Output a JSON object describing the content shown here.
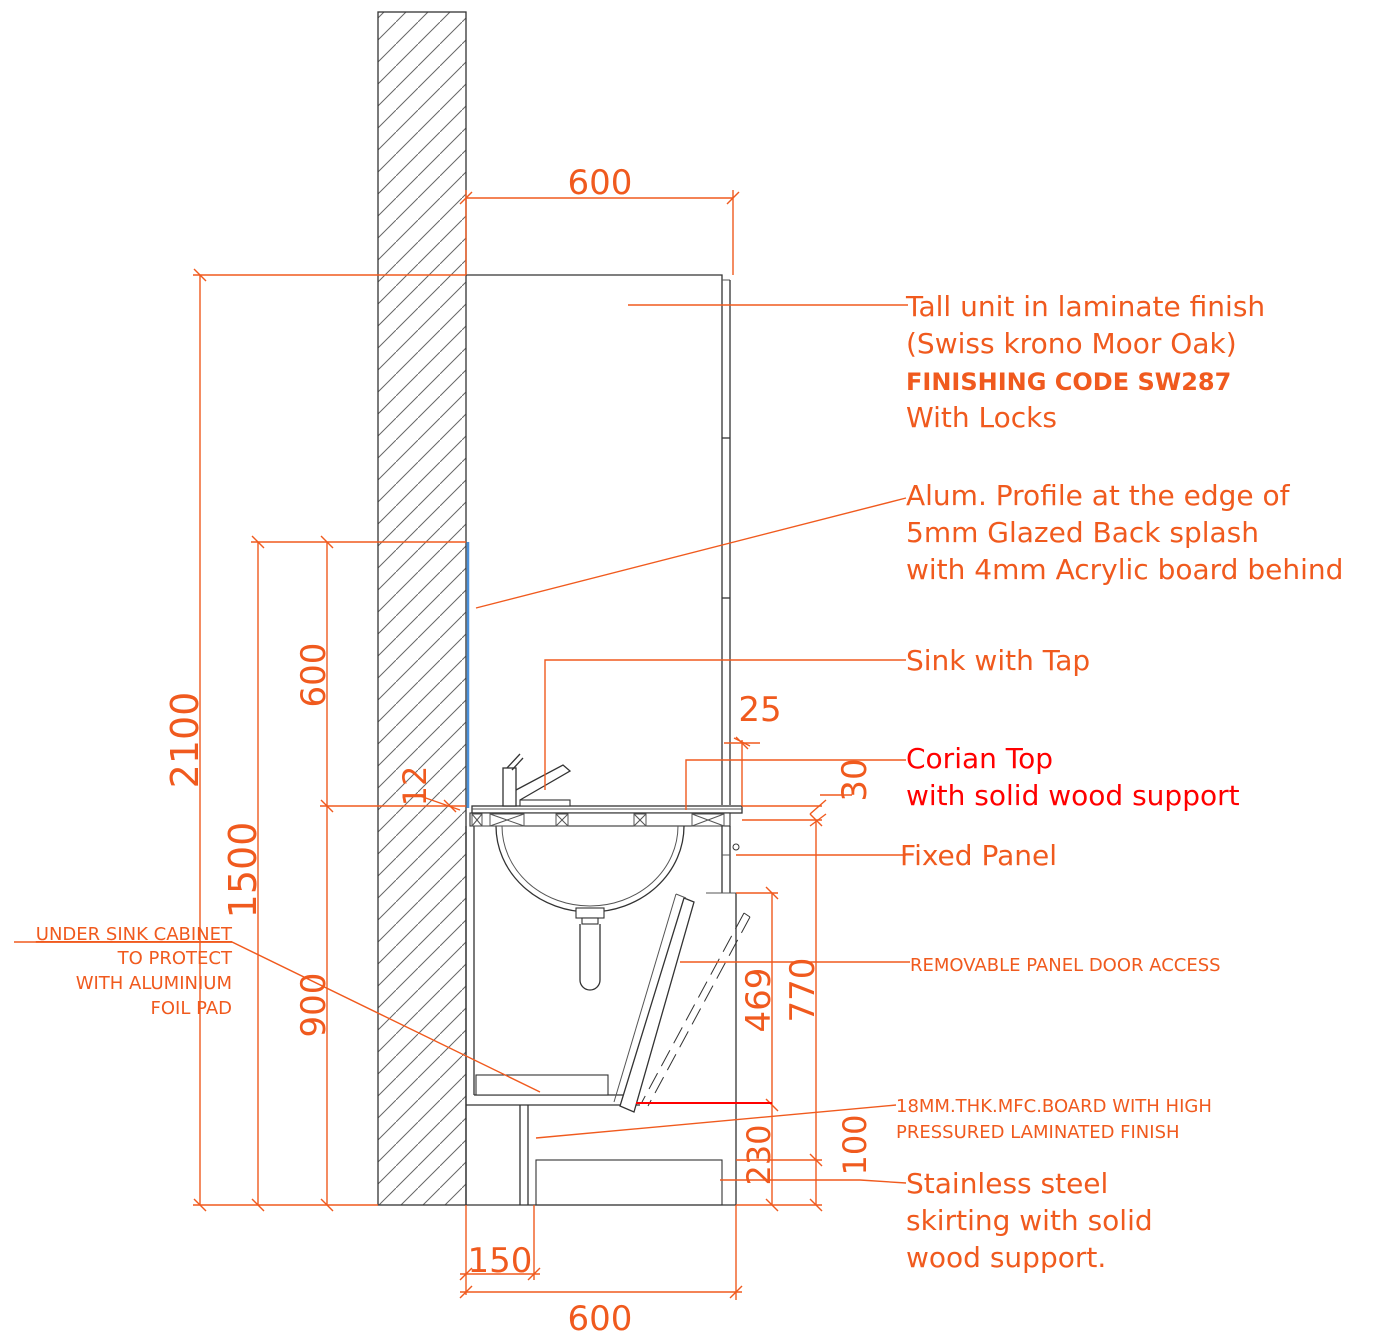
{
  "colors": {
    "annotation": "#f05a1e",
    "highlight_red": "#ff0000",
    "linework": "#333333",
    "glass": "#4a90d9"
  },
  "dimensions": {
    "top_width": "600",
    "overall_height": "2100",
    "counter_height": "1500",
    "splash_height": "600",
    "gap": "12",
    "base_height": "900",
    "overhang": "25",
    "top_thickness": "30",
    "door_height": "469",
    "cabinet_height": "770",
    "plinth_height": "230",
    "skirting_height": "100",
    "toe_depth": "150",
    "bottom_width": "600"
  },
  "labels": {
    "tall_unit": {
      "line1": "Tall unit in laminate finish",
      "line2": "(Swiss krono Moor Oak)",
      "line3": "FINISHING CODE SW287",
      "line4": "With Locks"
    },
    "alum_profile": {
      "line1": "Alum. Profile at the edge of",
      "line2": "5mm Glazed Back splash",
      "line3": "with 4mm Acrylic board behind"
    },
    "sink": "Sink with Tap",
    "corian": {
      "line1": "Corian Top",
      "line2": "with solid wood support"
    },
    "fixed_panel": "Fixed Panel",
    "removable_panel": "REMOVABLE PANEL DOOR ACCESS",
    "under_sink": {
      "line1": "UNDER SINK CABINET",
      "line2": "TO PROTECT",
      "line3": "WITH ALUMINIUM",
      "line4": "FOIL PAD"
    },
    "mfc_board": {
      "line1": "18MM.THK.MFC.BOARD WITH HIGH",
      "line2": "PRESSURED LAMINATED  FINISH"
    },
    "skirting": {
      "line1": "Stainless steel",
      "line2": "skirting with solid",
      "line3": "wood support."
    }
  }
}
